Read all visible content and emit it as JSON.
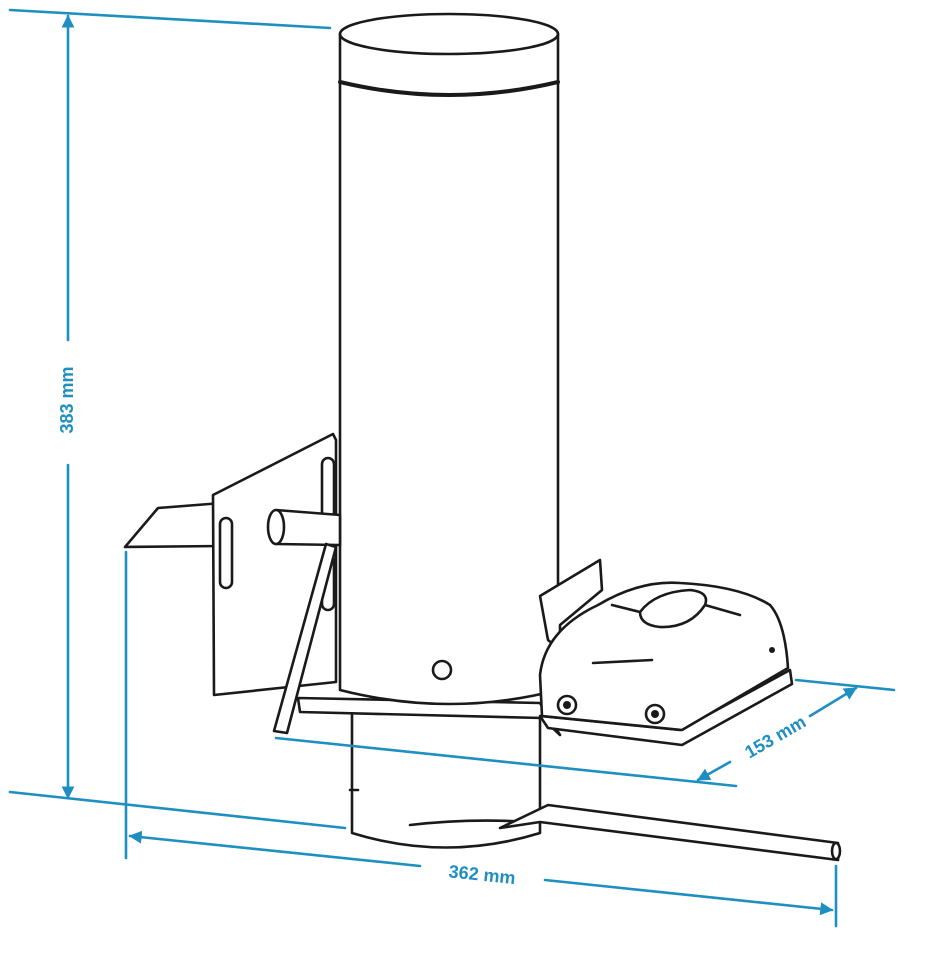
{
  "dimensions": {
    "height": "383 mm",
    "width": "362 mm",
    "depth": "153 mm"
  },
  "colors": {
    "dimension_line": "#1e8fc0",
    "ink": "#1a1a1a",
    "background": "#ffffff"
  }
}
